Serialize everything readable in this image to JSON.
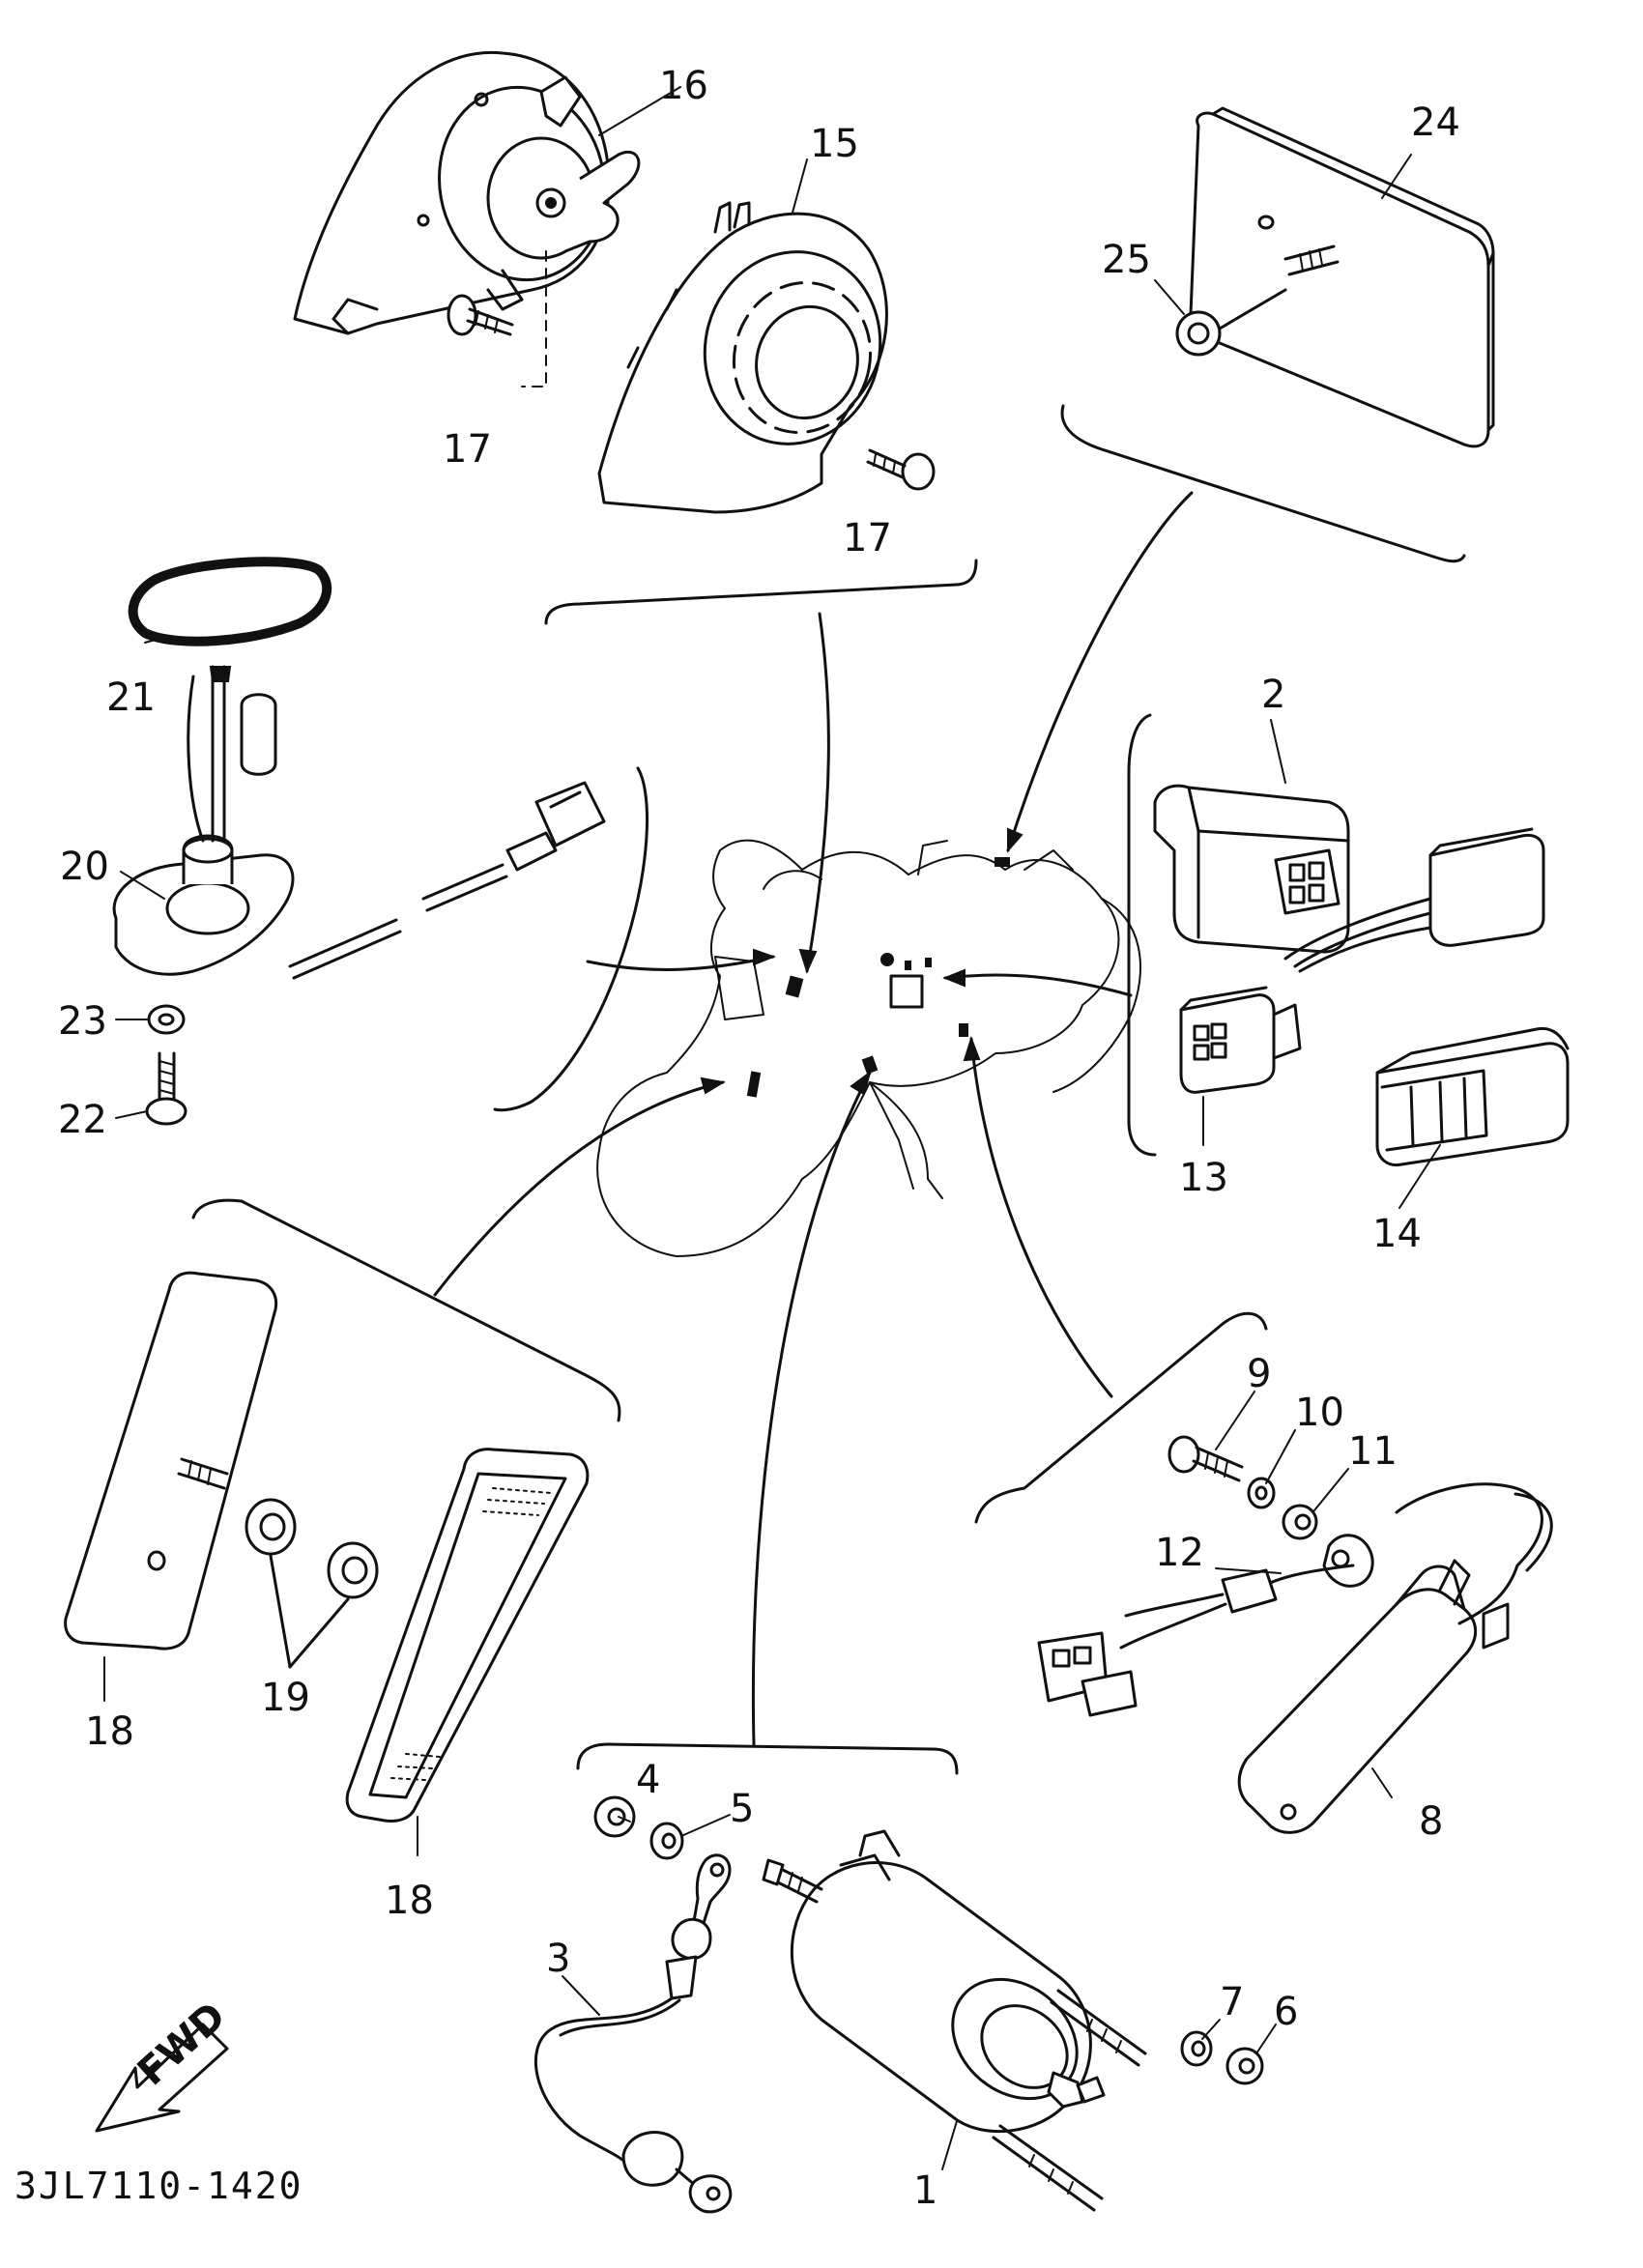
{
  "labels": {
    "p1": "1",
    "p2": "2",
    "p3": "3",
    "p4": "4",
    "p5": "5",
    "p6": "6",
    "p7": "7",
    "p8": "8",
    "p9": "9",
    "p10": "10",
    "p11": "11",
    "p12": "12",
    "p13": "13",
    "p14": "14",
    "p15": "15",
    "p16": "16",
    "p17a": "17",
    "p17b": "17",
    "p18a": "18",
    "p18b": "18",
    "p19": "19",
    "p20": "20",
    "p21": "21",
    "p22": "22",
    "p23": "23",
    "p24": "24",
    "p25": "25"
  },
  "fwd_label": "FWD",
  "diagram_code": "3JL7110-1420"
}
